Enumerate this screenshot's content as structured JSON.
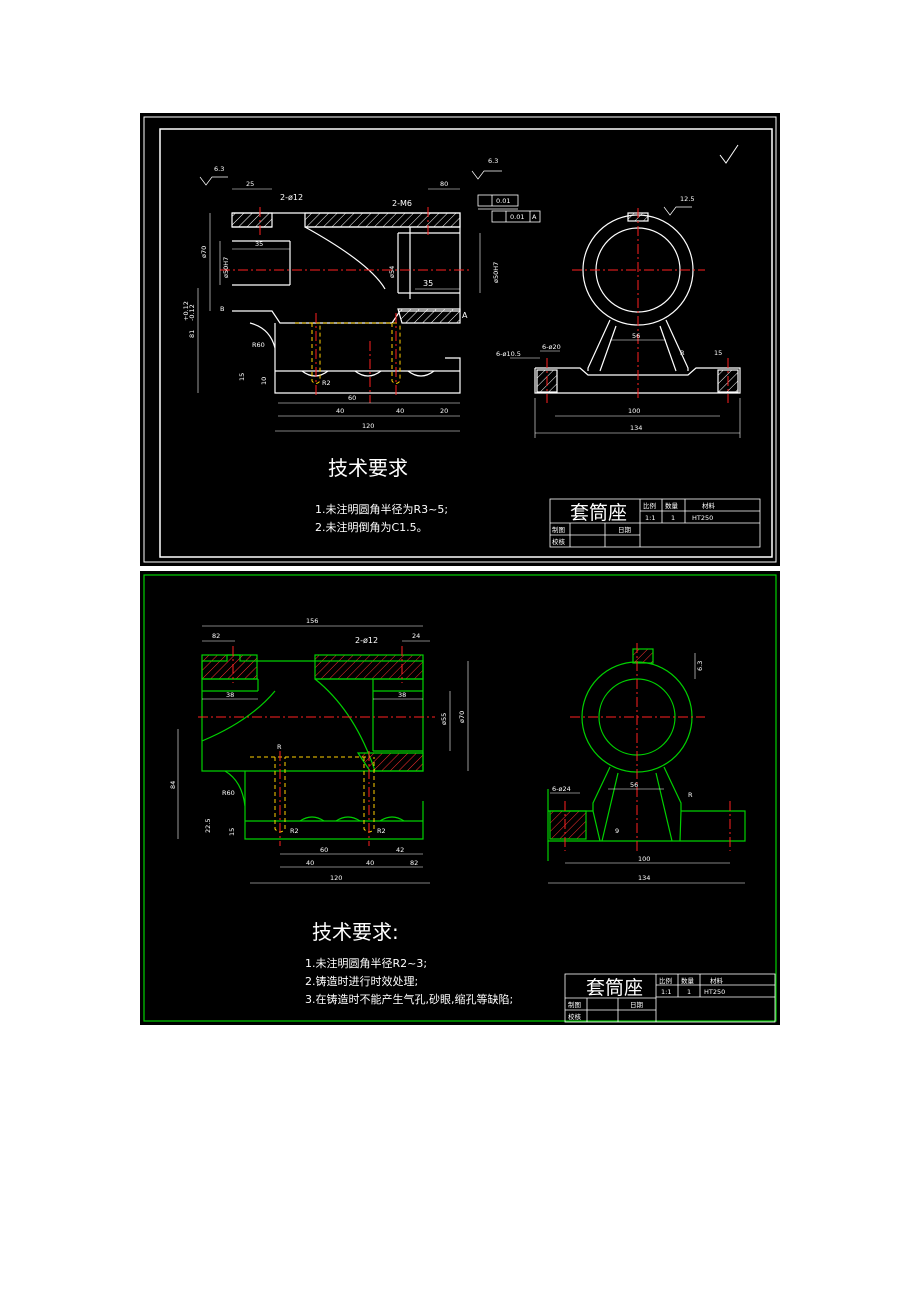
{
  "colors": {
    "sheet_bg": "#000000",
    "outline": "#ffffff",
    "centerline": "#ff2020",
    "hidden": "#ffff00",
    "hatch": "#ffffff",
    "green": "#00d000"
  },
  "drawing1": {
    "roughness": [
      "6.3",
      "6.3",
      "12.5"
    ],
    "dims_top": [
      "25",
      "2-ø12",
      "2-M6",
      "80"
    ],
    "dims_left": [
      "ø70",
      "ø50H7",
      "35",
      "81",
      "+0.12",
      "-0.12",
      "B"
    ],
    "dims_center": [
      "ø54",
      "35",
      "ø50H7"
    ],
    "tolerances": [
      "0.01",
      "0.01",
      "A"
    ],
    "dims_bottom": [
      "15",
      "10",
      "R2",
      "60",
      "40",
      "40",
      "20",
      "120",
      "R60"
    ],
    "side_view": [
      "56",
      "6-ø20",
      "6-ø10.5",
      "R",
      "15",
      "100",
      "134"
    ],
    "datum": "A",
    "requirements": {
      "title": "技术要求",
      "lines": [
        "1.未注明圆角半径为R3~5;",
        "2.未注明倒角为C1.5。"
      ]
    },
    "title_block": {
      "part_name": "套筒座",
      "headers": [
        "比例",
        "数量",
        "材料"
      ],
      "values": [
        "1:1",
        "1",
        "HT250"
      ],
      "labels": [
        "制图",
        "校核",
        "日期"
      ]
    }
  },
  "drawing2": {
    "dims_top": [
      "156",
      "82",
      "2-ø12",
      "24"
    ],
    "dims_mid": [
      "38",
      "38",
      "ø55",
      "ø70",
      "84",
      "R60",
      "R"
    ],
    "dims_bottom": [
      "22.5",
      "15",
      "R2",
      "60",
      "40",
      "40",
      "42",
      "82",
      "120",
      "R2"
    ],
    "side_view": [
      "6.3",
      "6-ø24",
      "56",
      "R",
      "9",
      "100",
      "134"
    ],
    "requirements": {
      "title": "技术要求:",
      "lines": [
        "1.未注明圆角半径R2~3;",
        "2.铸造时进行时效处理;",
        "3.在铸造时不能产生气孔,砂眼,缩孔等缺陷;"
      ]
    },
    "title_block": {
      "part_name": "套筒座",
      "headers": [
        "比例",
        "数量",
        "材料"
      ],
      "values": [
        "1:1",
        "1",
        "HT250"
      ],
      "labels": [
        "制图",
        "校核",
        "日期"
      ]
    }
  }
}
